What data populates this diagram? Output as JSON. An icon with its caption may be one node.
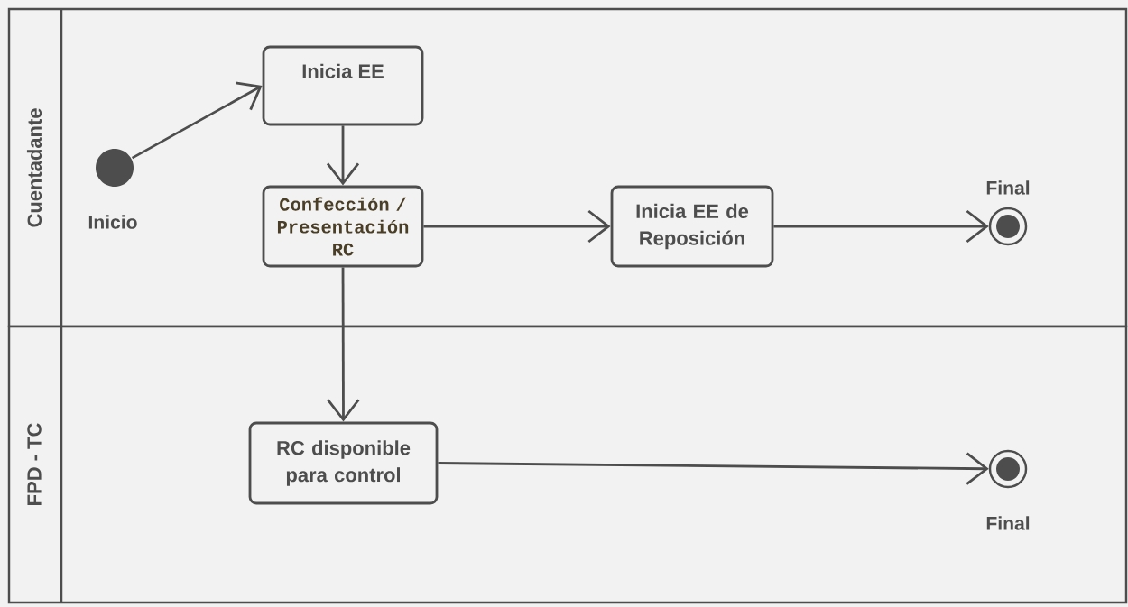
{
  "diagram": {
    "nodes": [
      {
        "text": [
          "Cuentadante"
        ]
      },
      {
        "text": [],
        "shape": "circle",
        "beside": [
          "Inicio"
        ],
        "in": 0
      },
      {
        "text": [
          "Inicia EE"
        ],
        "in": 0
      },
      {
        "text": [
          "Confección / Presentación RC"
        ],
        "in": 0
      },
      {
        "text": [
          "Inicia EE de Reposición"
        ],
        "in": 0
      },
      {
        "text": [],
        "shape": "circle",
        "beside": [
          "Final"
        ],
        "in": 0
      },
      {
        "text": [
          "FPD - TC"
        ]
      },
      {
        "text": [
          "RC disponible para control"
        ],
        "in": 6
      },
      {
        "text": [],
        "shape": "circle",
        "beside": [
          "Final"
        ],
        "in": 6
      }
    ],
    "edges": [
      {
        "from": 1,
        "to": 2,
        "arrow": "to"
      },
      {
        "from": 2,
        "to": 3,
        "arrow": "to"
      },
      {
        "from": 3,
        "to": 4,
        "arrow": "to"
      },
      {
        "from": 3,
        "to": 7,
        "arrow": "to"
      },
      {
        "from": 4,
        "to": 5,
        "arrow": "to"
      },
      {
        "from": 7,
        "to": 8,
        "arrow": "to"
      }
    ]
  }
}
